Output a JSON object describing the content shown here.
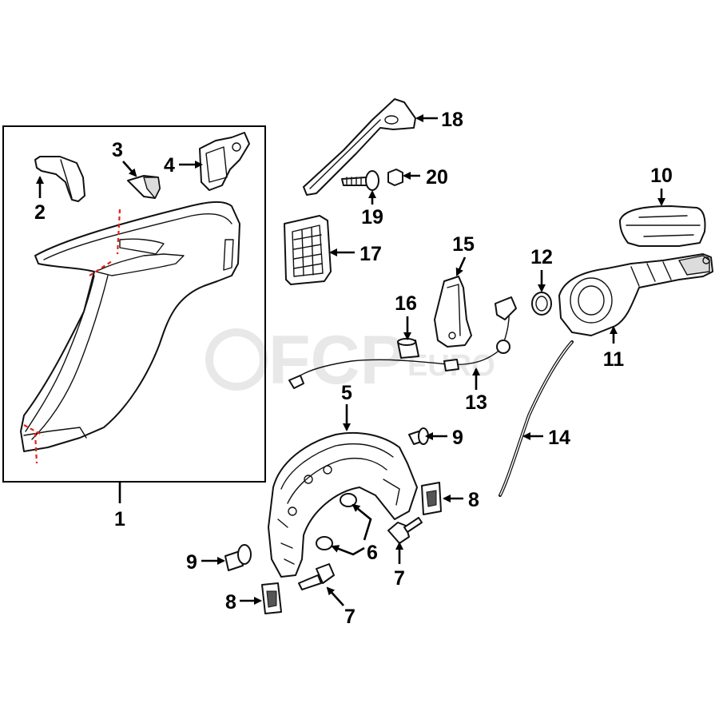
{
  "diagram": {
    "callouts": {
      "c1": "1",
      "c2": "2",
      "c3": "3",
      "c4": "4",
      "c5": "5",
      "c6": "6",
      "c7a": "7",
      "c7b": "7",
      "c8a": "8",
      "c8b": "8",
      "c9a": "9",
      "c9b": "9",
      "c10": "10",
      "c11": "11",
      "c12": "12",
      "c13": "13",
      "c14": "14",
      "c15": "15",
      "c16": "16",
      "c17": "17",
      "c18": "18",
      "c19": "19",
      "c20": "20"
    },
    "watermark": {
      "main": "FCP",
      "small": "EURO"
    },
    "colors": {
      "line": "#111111",
      "cut_marks": "#e2231a",
      "watermark": "#e6e6e6"
    }
  }
}
